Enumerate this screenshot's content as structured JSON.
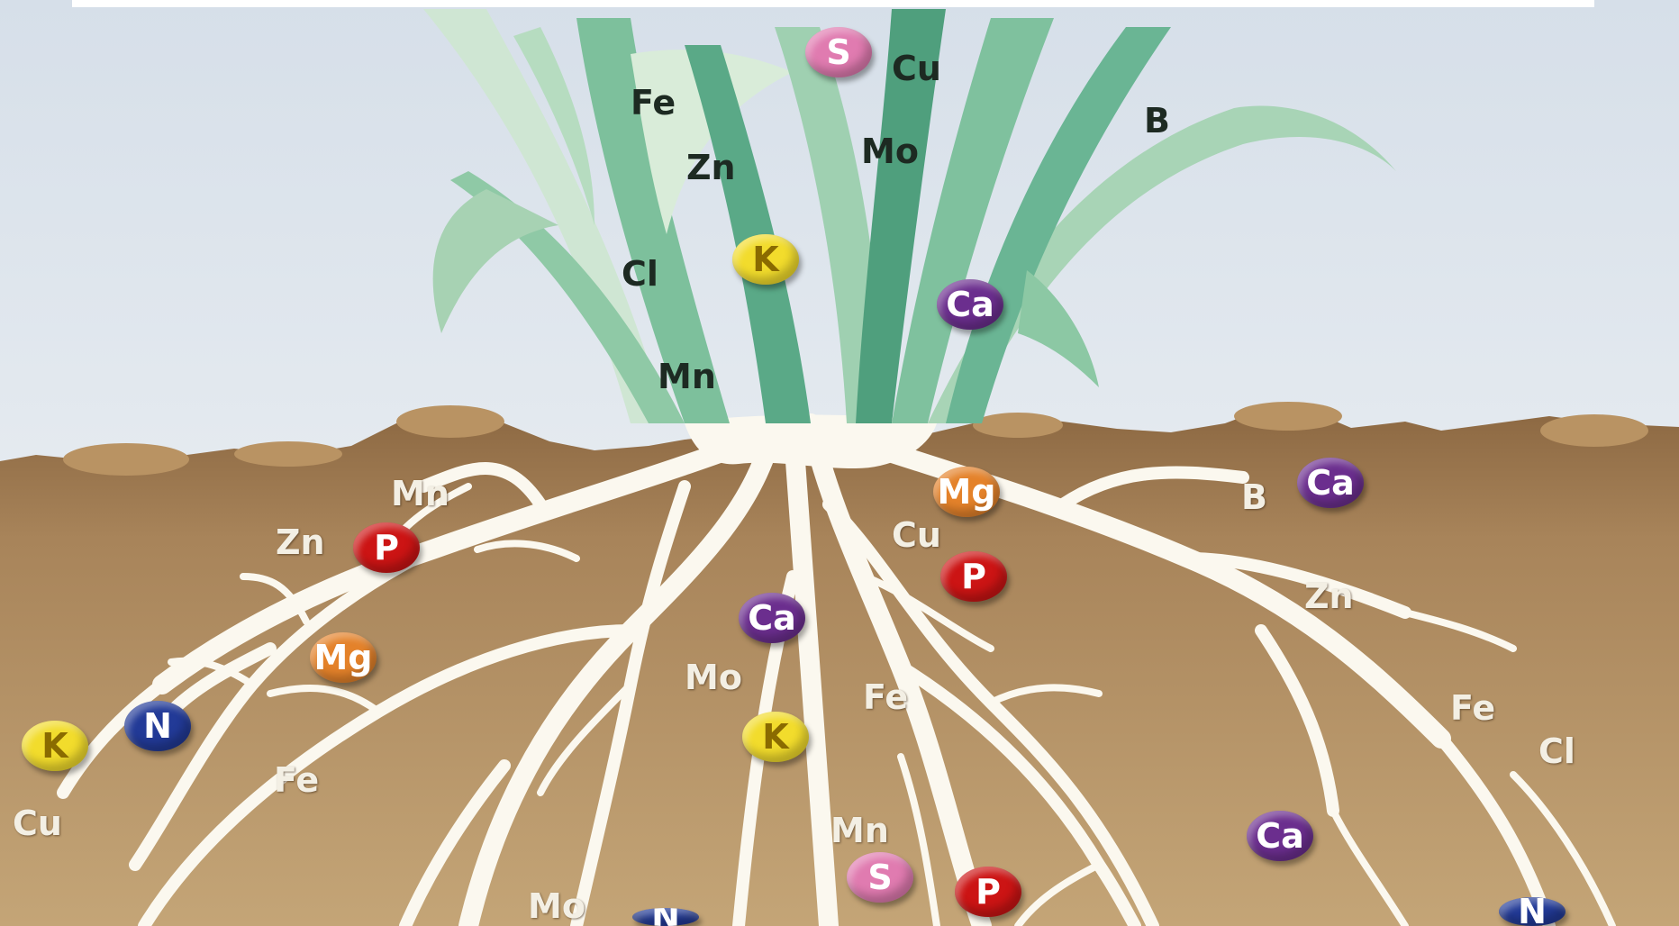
{
  "colors": {
    "sky_top": "#d9e1ea",
    "sky_bottom": "#f1f4f6",
    "soil": "#b08a5c",
    "soil_top": "#8f6a45",
    "root": "#fbf8ef",
    "leaf_light": "#a9d3b6",
    "leaf_mid": "#6fb893",
    "leaf_dark": "#3f9774",
    "badge_S": "#e07bb0",
    "badge_P": "#cc1414",
    "badge_K": "#f2dc2c",
    "badge_N": "#223a97",
    "badge_Ca": "#6b2e8e",
    "badge_Mg": "#e4822a"
  },
  "leaf_labels": {
    "fe": "Fe",
    "zn": "Zn",
    "cu": "Cu",
    "mo": "Mo",
    "b": "B",
    "cl": "Cl",
    "mn": "Mn"
  },
  "leaf_badges": {
    "s": "S",
    "k": "K",
    "ca": "Ca"
  },
  "soil_labels": {
    "mn_top": "Mn",
    "zn_left": "Zn",
    "cu_mid": "Cu",
    "b_right": "B",
    "zn_right": "Zn",
    "mo_mid": "Mo",
    "fe_mid": "Fe",
    "fe_left": "Fe",
    "fe_right": "Fe",
    "cl_right": "Cl",
    "cu_left": "Cu",
    "mn_bottom": "Mn",
    "mo_bottom": "Mo"
  },
  "soil_badges": {
    "p_left": "P",
    "mg_left": "Mg",
    "n_left": "N",
    "k_left": "K",
    "ca_mid": "Ca",
    "k_mid": "K",
    "mg_top": "Mg",
    "p_top": "P",
    "ca_right_top": "Ca",
    "ca_right_bottom": "Ca",
    "s_bottom": "S",
    "p_bottom": "P",
    "n_bottom": "N",
    "n_bottom_right": "N"
  }
}
